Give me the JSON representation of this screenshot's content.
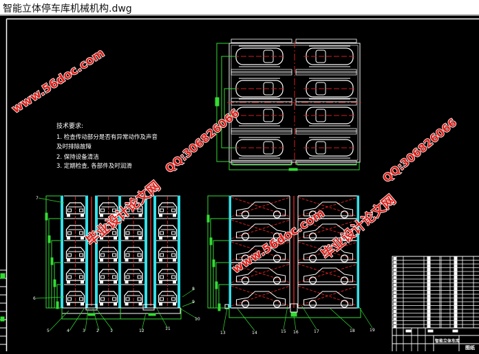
{
  "window": {
    "title": "智能立体停车库机械机构.dwg"
  },
  "notes": {
    "heading": "技术要求:",
    "lines": [
      "1. 检查传动部分是否有异常动作及声音",
      "及时排除故障",
      "2. 保持设备清洁",
      "3. 定期检查, 各部件及时润滑"
    ]
  },
  "watermarks": {
    "site": "www.56doc.com",
    "name": "毕业设计论文网",
    "qq": "QQ:306826066"
  },
  "front_view_labels": [
    "7",
    "6",
    "5",
    "4",
    "3",
    "2",
    "1",
    "12",
    "11",
    "8",
    "9",
    "10"
  ],
  "side_view_labels": [
    "13",
    "14",
    "15",
    "16",
    "17",
    "18",
    "19"
  ],
  "title_block": {
    "drawing_name": "智能立体车库",
    "label": "图纸"
  },
  "colors": {
    "background": "#000000",
    "frame": "#ffffff",
    "dimension": "#33dd33",
    "column": "#33e0e8",
    "centerline": "#d02020",
    "watermark": "#e0201a"
  }
}
